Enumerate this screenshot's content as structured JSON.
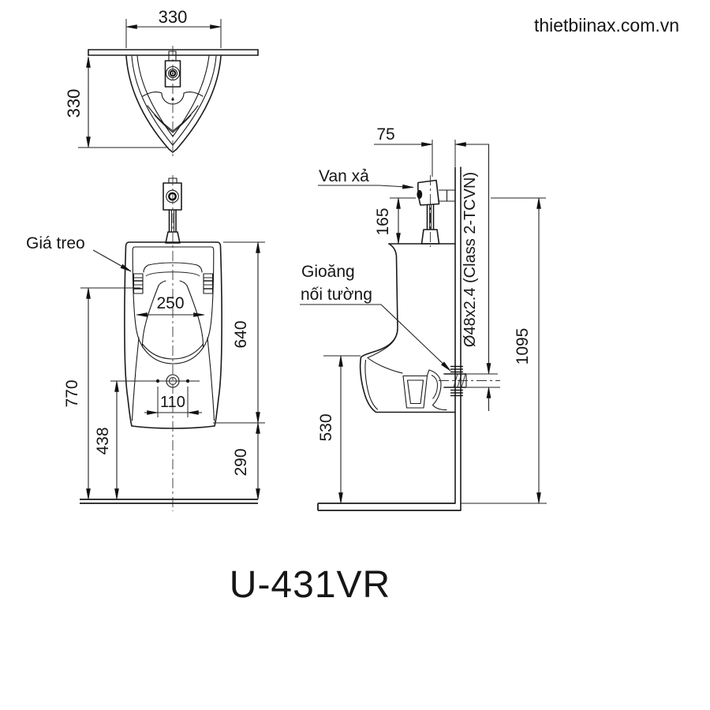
{
  "watermark": "thietbiinax.com.vn",
  "product_code": "U-431VR",
  "labels": {
    "hanger": "Giá treo",
    "flush_valve": "Van xả",
    "gasket_line1": "Gioăng",
    "gasket_line2": "nối tường",
    "pipe_spec": "Ø48x2.4 (Class 2-TCVN)"
  },
  "dimensions": {
    "top_width": "330",
    "top_depth": "330",
    "inner_width": "250",
    "body_height": "640",
    "mount_height": "770",
    "drain_bolt_spacing": "110",
    "drain_height": "438",
    "bottom_clearance": "290",
    "valve_wall_offset": "75",
    "valve_inlet_height": "165",
    "total_install_height": "1095",
    "bowl_bottom_height": "530"
  }
}
